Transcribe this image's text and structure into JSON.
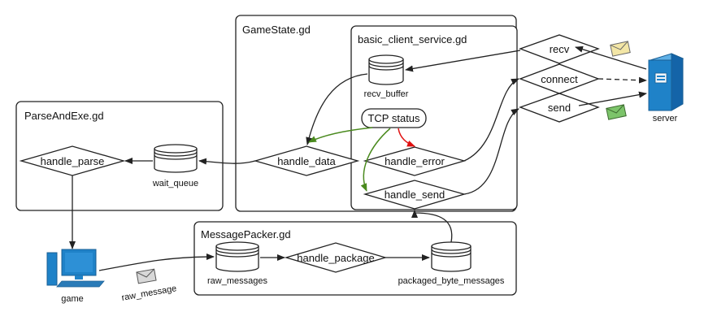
{
  "containers": {
    "gamestate": "GameState.gd",
    "client_service": "basic_client_service.gd",
    "parse_and_exe": "ParseAndExe.gd",
    "message_packer": "MessagePacker.gd"
  },
  "nodes": {
    "recv": "recv",
    "connect": "connect",
    "send": "send",
    "recv_buffer": "recv_buffer",
    "tcp_status": "TCP status",
    "handle_data": "handle_data",
    "handle_error": "handle_error",
    "handle_send": "handle_send",
    "handle_parse": "handle_parse",
    "wait_queue": "wait_queue",
    "raw_messages": "raw_messages",
    "handle_package": "handle_package",
    "packaged_byte_messages": "packaged_byte_messages",
    "server": "server",
    "game": "game",
    "raw_message": "raw_message"
  },
  "colors": {
    "line": "#222222",
    "green_edge": "#4a8a1e",
    "red_edge": "#e01010",
    "computer_blue": "#1f82c8",
    "envelope_yellow": "#f3e6a6",
    "envelope_green": "#7cc46a",
    "envelope_gray": "#d8d8d8"
  },
  "icons": [
    "server-icon",
    "computer-icon",
    "envelope-icon"
  ]
}
